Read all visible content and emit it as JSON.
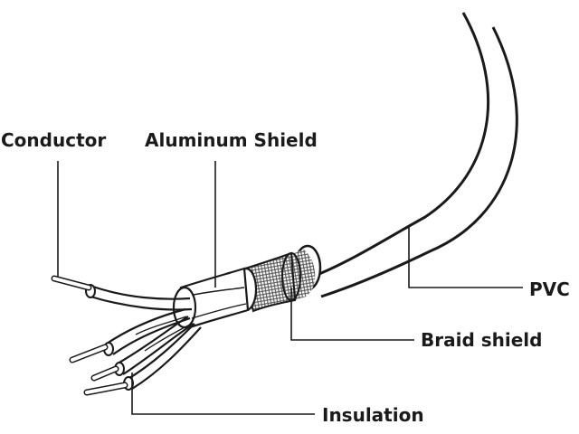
{
  "labels": {
    "conductor": "Conductor",
    "aluminum_shield": "Aluminum Shield",
    "pvc": "PVC",
    "braid_shield": "Braid shield",
    "insulation": "Insulation"
  },
  "colors": {
    "line": "#1a1a1a",
    "fill": "#ffffff",
    "braid": "#8a8a8a"
  }
}
